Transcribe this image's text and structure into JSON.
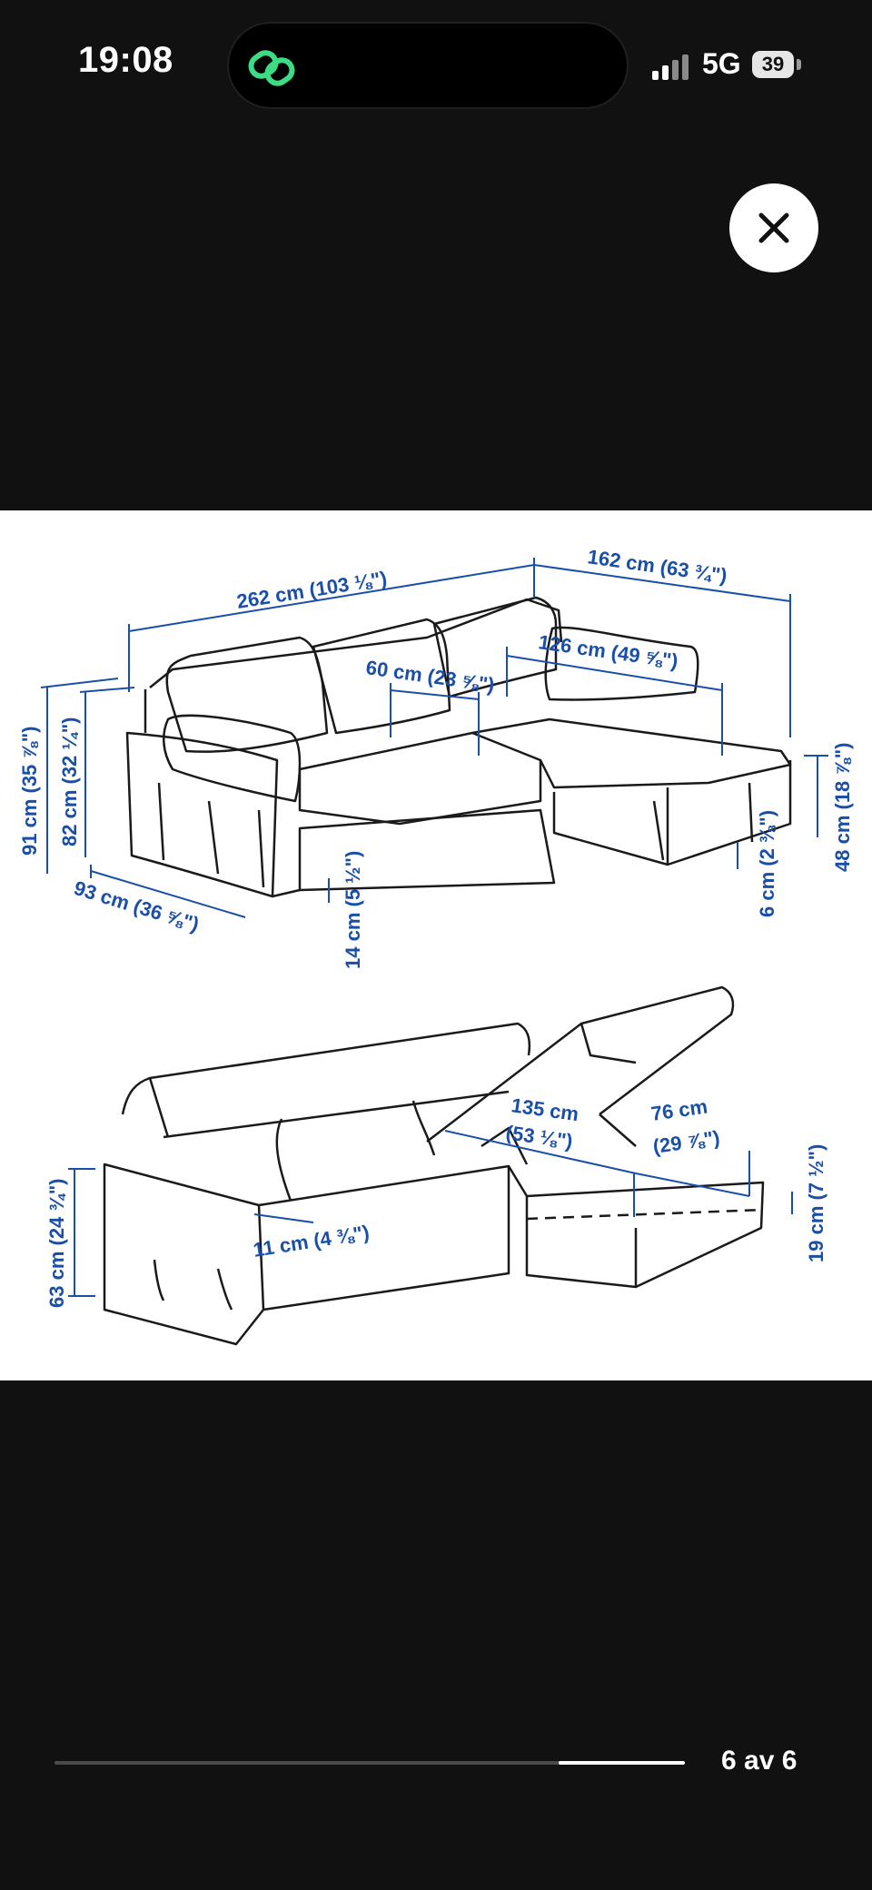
{
  "status_bar": {
    "time": "19:08",
    "network": "5G",
    "battery": "39",
    "app_icon": "link-chain-icon"
  },
  "viewer": {
    "close_icon": "close-icon",
    "page_indicator": "6 av 6",
    "progress_fraction": 0.2,
    "progress_position": "end"
  },
  "dimensions": {
    "top": {
      "overall_width": "262 cm (103 ⅛\")",
      "chaise_length": "162 cm (63 ¾\")",
      "chaise_seat_length": "126 cm (49 ⅝\")",
      "seat_depth": "60 cm (23 ⅝\")",
      "total_height": "91 cm (35 ⅞\")",
      "back_height": "82 cm (32 ¼\")",
      "depth": "93 cm (36 ⅝\")",
      "skirt_gap": "14 cm (5 ½\")",
      "seat_height": "48 cm (18 ⅞\")",
      "leg_gap": "6 cm (2 ⅜\")"
    },
    "bottom": {
      "armrest_height": "63 cm (24 ¾\")",
      "armrest_width": "11 cm (4 ⅜\")",
      "storage_length_cm": "135 cm",
      "storage_length_in": "(53 ⅛\")",
      "storage_width_cm": "76 cm",
      "storage_width_in": "(29 ⅞\")",
      "storage_depth": "19 cm (7 ½\")"
    }
  },
  "colors": {
    "background": "#111111",
    "dimension_blue": "#1a4fa8",
    "app_icon_green": "#3ddc84"
  }
}
